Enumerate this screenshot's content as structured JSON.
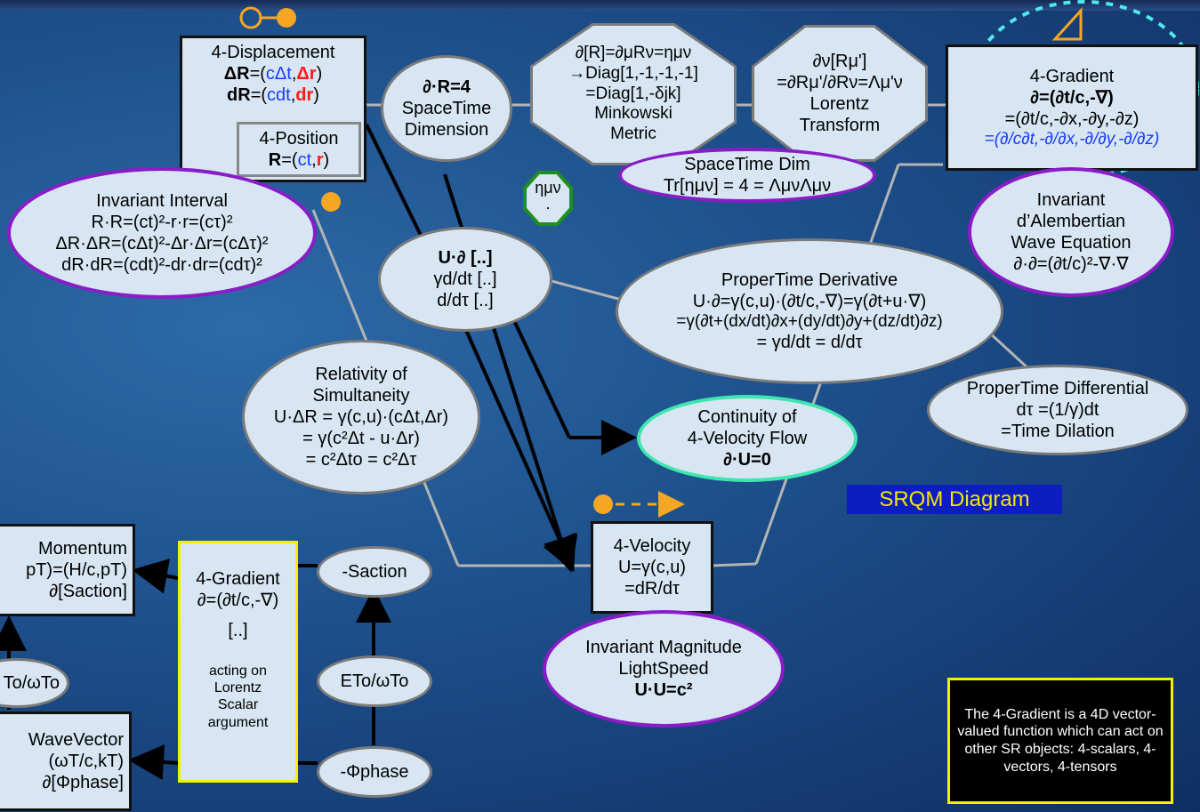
{
  "diagram_label": "SRQM Diagram",
  "note": "The 4-Gradient is a 4D vector-valued function which can act on other SR objects: 4-scalars, 4-vectors, 4-tensors",
  "displacement": {
    "title": "4-Displacement",
    "line1_a": "ΔR",
    "line1_b": "=(",
    "line1_c": "cΔt",
    "line1_d": ",",
    "line1_e": "Δr",
    "line1_f": ")",
    "line2_a": "dR",
    "line2_b": "=(",
    "line2_c": "cdt",
    "line2_d": ",",
    "line2_e": "dr",
    "line2_f": ")"
  },
  "position": {
    "title": "4-Position",
    "a": "R",
    "b": "=(",
    "c": "ct",
    "d": ",",
    "e": "r",
    "f": ")"
  },
  "dimension": {
    "line1": "∂·R=4",
    "line2": "SpaceTime",
    "line3": "Dimension"
  },
  "metric": {
    "line1": "∂[R]=∂μRν=ημν",
    "line2": "→Diag[1,-1,-1,-1]",
    "line3": "=Diag[1,-δjk]",
    "line4": "Minkowski",
    "line5": "Metric"
  },
  "lorentz": {
    "line1": "∂ν[Rμ']",
    "line2": "=∂Rμ'/∂Rν=Λμ'ν",
    "line3": "Lorentz",
    "line4": "Transform"
  },
  "gradient_top": {
    "title": "4-Gradient",
    "line1": "∂=(∂t/c,-∇)",
    "line2": "=(∂t/c,-∂x,-∂y,-∂z)",
    "line3": "=(∂/c∂t,-∂/∂x,-∂/∂y,-∂/∂z)"
  },
  "interval": {
    "title": "Invariant Interval",
    "line1": "R·R=(ct)²-r·r=(cτ)²",
    "line2": "ΔR·ΔR=(cΔt)²-Δr·Δr=(cΔτ)²",
    "line3": "dR·dR=(cdt)²-dr·dr=(cdτ)²"
  },
  "eta": {
    "line1": "ημν",
    "line2": "·"
  },
  "spacetime_dim": {
    "line1": "SpaceTime Dim",
    "line2": "Tr[ημν] = 4 = ΛμνΛμν"
  },
  "dalembertian": {
    "line1": "Invariant",
    "line2": "d’Alembertian",
    "line3": "Wave Equation",
    "line4": "∂·∂=(∂t/c)²-∇·∇"
  },
  "operators": {
    "line1": "U·∂ [..]",
    "line2": "γd/dt [..]",
    "line3": "d/dτ [..]"
  },
  "propertime_derivative": {
    "title": "ProperTime Derivative",
    "line1": "U·∂=γ(c,u)·(∂t/c,-∇)=γ(∂t+u·∇)",
    "line2": "=γ(∂t+(dx/dt)∂x+(dy/dt)∂y+(dz/dt)∂z)",
    "line3": "= γd/dt = d/dτ"
  },
  "propertime_differential": {
    "title": "ProperTime Differential",
    "line1": "dτ =(1/γ)dt",
    "line2": "=Time Dilation"
  },
  "simultaneity": {
    "line1": "Relativity of",
    "line2": "Simultaneity",
    "line3": "U·ΔR = γ(c,u)·(cΔt,Δr)",
    "line4": "= γ(c²Δt - u·Δr)",
    "line5": "= c²Δto = c²Δτ"
  },
  "continuity": {
    "line1": "Continuity of",
    "line2": "4-Velocity Flow",
    "line3": "∂·U=0"
  },
  "velocity": {
    "title": "4-Velocity",
    "line1": "U=γ(c,u)",
    "line2": "=dR/dτ"
  },
  "magnitude": {
    "line1": "Invariant Magnitude",
    "line2": "LightSpeed",
    "line3": "U·U=c²"
  },
  "momentum": {
    "line1": "Momentum",
    "line2": "pT)=(H/c,pT)",
    "line3": "∂[Saction]"
  },
  "wavevector": {
    "line1": "WaveVector",
    "line2": "(ωT/c,kT)",
    "line3": "∂[Φphase]"
  },
  "hbar_left": {
    "line1": "To/ωTo"
  },
  "gradient_bottom": {
    "title": "4-Gradient",
    "line1": "∂=(∂t/c,-∇)",
    "line2": "[..]",
    "line3": "acting on",
    "line4": "Lorentz",
    "line5": "Scalar",
    "line6": "argument"
  },
  "action": {
    "line1": "-Saction"
  },
  "energy": {
    "line1": "ETo/ωTo"
  },
  "phase": {
    "line1": "-Φphase"
  }
}
